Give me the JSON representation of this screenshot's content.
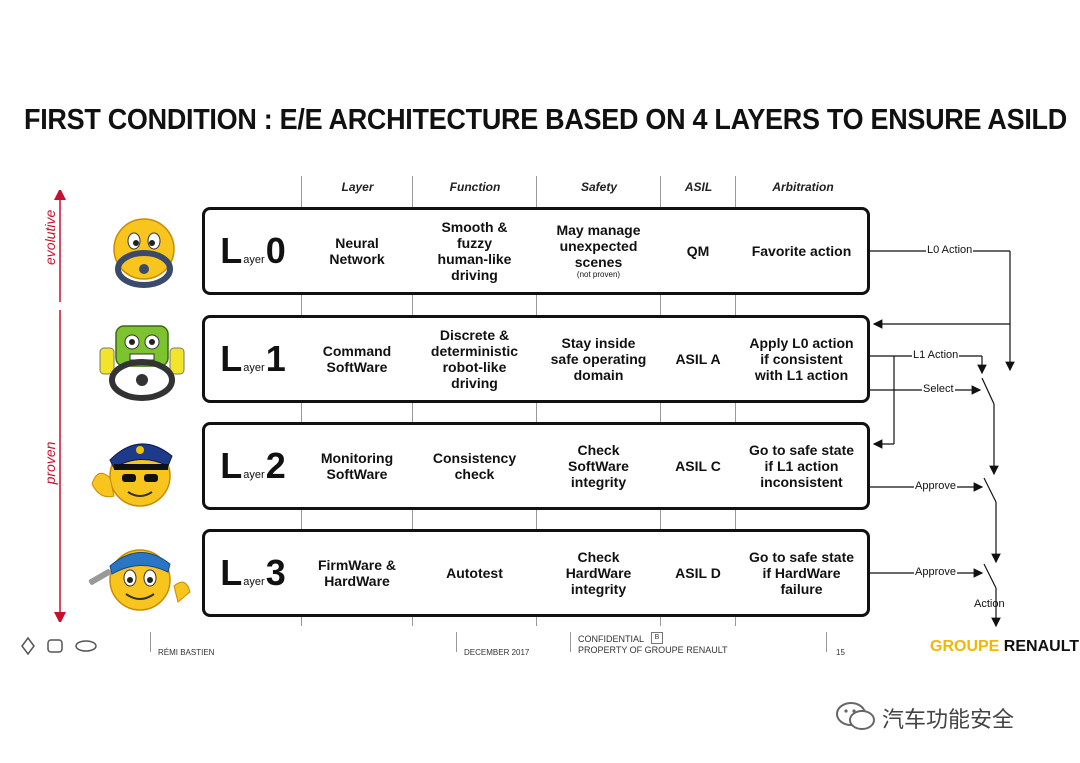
{
  "title": "FIRST CONDITION : E/E ARCHITECTURE BASED ON 4 LAYERS TO ENSURE ASILD",
  "headers": {
    "layer": "Layer",
    "function": "Function",
    "safety": "Safety",
    "asil": "ASIL",
    "arbitration": "Arbitration"
  },
  "side_labels": {
    "evolutive": "evolutive",
    "proven": "proven"
  },
  "rows": [
    {
      "l": "L",
      "sub": "ayer",
      "num": "0",
      "layer": "Neural\nNetwork",
      "function": "Smooth &\nfuzzy\nhuman-like\ndriving",
      "safety": "May manage\nunexpected\nscenes",
      "safety_note": "(not proven)",
      "asil": "QM",
      "arbitration": "Favorite action"
    },
    {
      "l": "L",
      "sub": "ayer",
      "num": "1",
      "layer": "Command\nSoftWare",
      "function": "Discrete &\ndeterministic\nrobot-like\ndriving",
      "safety": "Stay inside\nsafe operating\ndomain",
      "safety_note": "",
      "asil": "ASIL A",
      "arbitration": "Apply L0 action\nif consistent\nwith L1 action"
    },
    {
      "l": "L",
      "sub": "ayer",
      "num": "2",
      "layer": "Monitoring\nSoftWare",
      "function": "Consistency\ncheck",
      "safety": "Check\nSoftWare\nintegrity",
      "safety_note": "",
      "asil": "ASIL C",
      "arbitration": "Go to safe state\nif L1 action\ninconsistent"
    },
    {
      "l": "L",
      "sub": "ayer",
      "num": "3",
      "layer": "FirmWare &\nHardWare",
      "function": "Autotest",
      "safety": "Check\nHardWare\nintegrity",
      "safety_note": "",
      "asil": "ASIL D",
      "arbitration": "Go to safe state\nif HardWare\nfailure"
    }
  ],
  "flow_labels": {
    "l0_action": "L0 Action",
    "l1_action": "L1 Action",
    "select": "Select",
    "approve_1": "Approve",
    "approve_2": "Approve",
    "action": "Action"
  },
  "footer": {
    "author": "RÉMI BASTIEN",
    "date": "DECEMBER 2017",
    "confidential": "CONFIDENTIAL",
    "conf_box": "B",
    "property": "PROPERTY OF GROUPE RENAULT",
    "page": "15",
    "brand_groupe": "GROUPE",
    "brand_renault": "RENAULT"
  },
  "watermark": "汽车功能安全",
  "colors": {
    "side_arrow": "#c8102e",
    "brand_yellow": "#f2b800",
    "emoji_yellow": "#f7c51e"
  }
}
